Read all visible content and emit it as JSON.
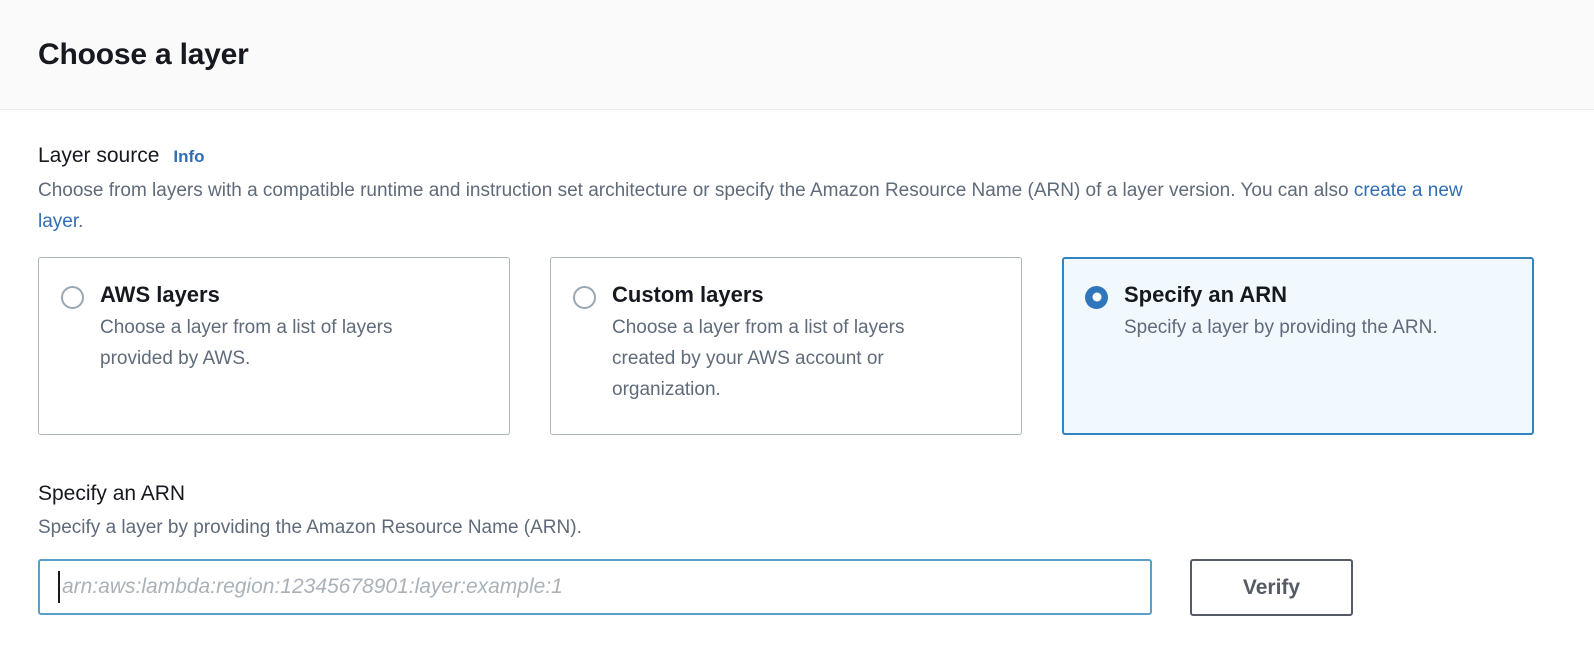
{
  "header": {
    "title": "Choose a layer"
  },
  "layer_source": {
    "label": "Layer source",
    "info_label": "Info",
    "description_before_link": "Choose from layers with a compatible runtime and instruction set architecture or specify the Amazon Resource Name (ARN) of a layer version. You can also ",
    "description_link": "create a new layer",
    "description_after_link": ".",
    "options": [
      {
        "label": "AWS layers",
        "description": "Choose a layer from a list of layers provided by AWS.",
        "selected": false
      },
      {
        "label": "Custom layers",
        "description": "Choose a layer from a list of layers created by your AWS account or organization.",
        "selected": false
      },
      {
        "label": "Specify an ARN",
        "description": "Specify a layer by providing the ARN.",
        "selected": true
      }
    ]
  },
  "arn_section": {
    "heading": "Specify an ARN",
    "description": "Specify a layer by providing the Amazon Resource Name (ARN).",
    "input_value": "",
    "input_placeholder": "arn:aws:lambda:region:12345678901:layer:example:1",
    "verify_label": "Verify"
  },
  "colors": {
    "accent_blue": "#2f6eb5",
    "selected_tile_bg": "#f1f8fe",
    "selected_tile_border": "#3184c2",
    "input_focus_border": "#5a9fc6",
    "button_border": "#545b64",
    "header_bg": "#fafafa",
    "text_primary": "#16191f",
    "text_secondary": "#5f6b7a"
  }
}
